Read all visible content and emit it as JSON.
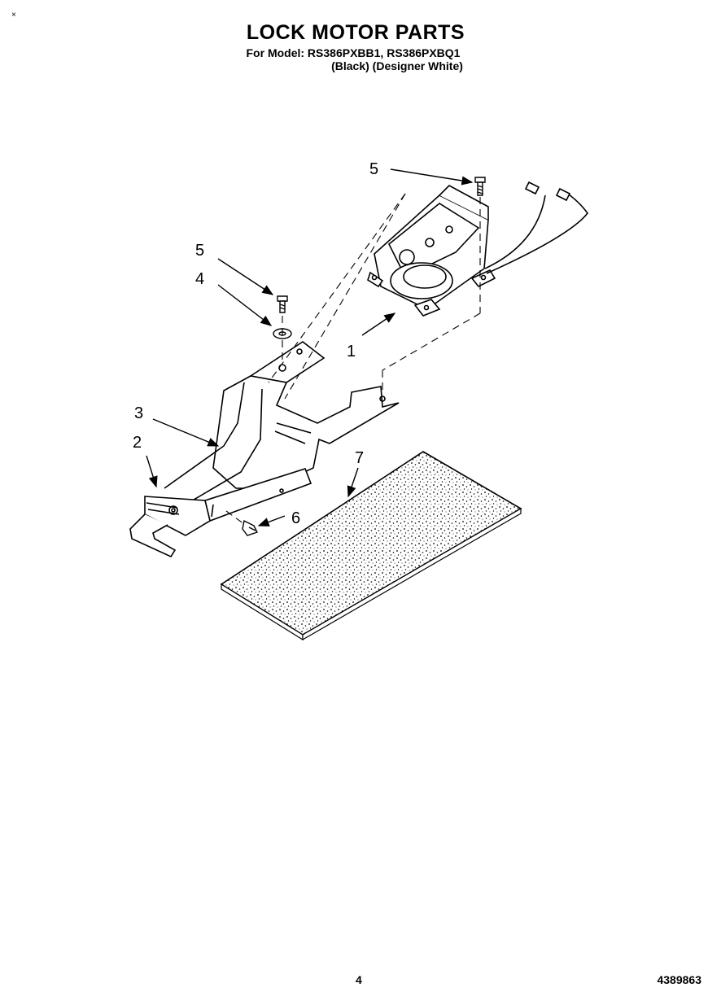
{
  "corner_mark": "×",
  "title": "LOCK MOTOR PARTS",
  "model_line": "For Model: RS386PXBB1, RS386PXBQ1",
  "variant_line": "(Black)  (Designer White)",
  "callouts": {
    "c1": "1",
    "c2": "2",
    "c3": "3",
    "c4": "4",
    "c5a": "5",
    "c5b": "5",
    "c6": "6",
    "c7": "7"
  },
  "footer": {
    "page_number": "4",
    "document_number": "4389863"
  }
}
